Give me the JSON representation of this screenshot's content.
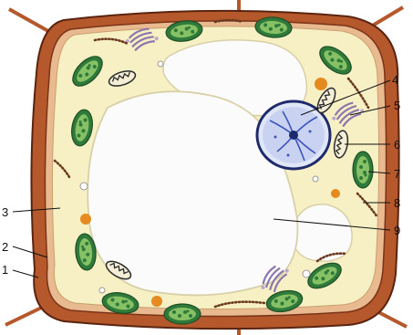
{
  "labels": [
    {
      "id": "1",
      "text": "1"
    },
    {
      "id": "2",
      "text": "2"
    },
    {
      "id": "3",
      "text": "3"
    },
    {
      "id": "4",
      "text": "4"
    },
    {
      "id": "5",
      "text": "5"
    },
    {
      "id": "6",
      "text": "6"
    },
    {
      "id": "7",
      "text": "7"
    },
    {
      "id": "8",
      "text": "8"
    },
    {
      "id": "9",
      "text": "9"
    }
  ],
  "colors": {
    "cell_wall": "#b5582c",
    "wall_outline": "#5a2410",
    "cytoplasm": "#f6f0c4",
    "vacuole": "#fbfbfb",
    "chloroplast": "#2f7a3a",
    "chloroplast_inner": "#86c166",
    "mitochondria": "#f4eed6",
    "nucleus": "#3b55b8",
    "golgi": "#b9a7cf",
    "er_dots": "#6b3a1f",
    "orange_granule": "#e58a1f"
  }
}
